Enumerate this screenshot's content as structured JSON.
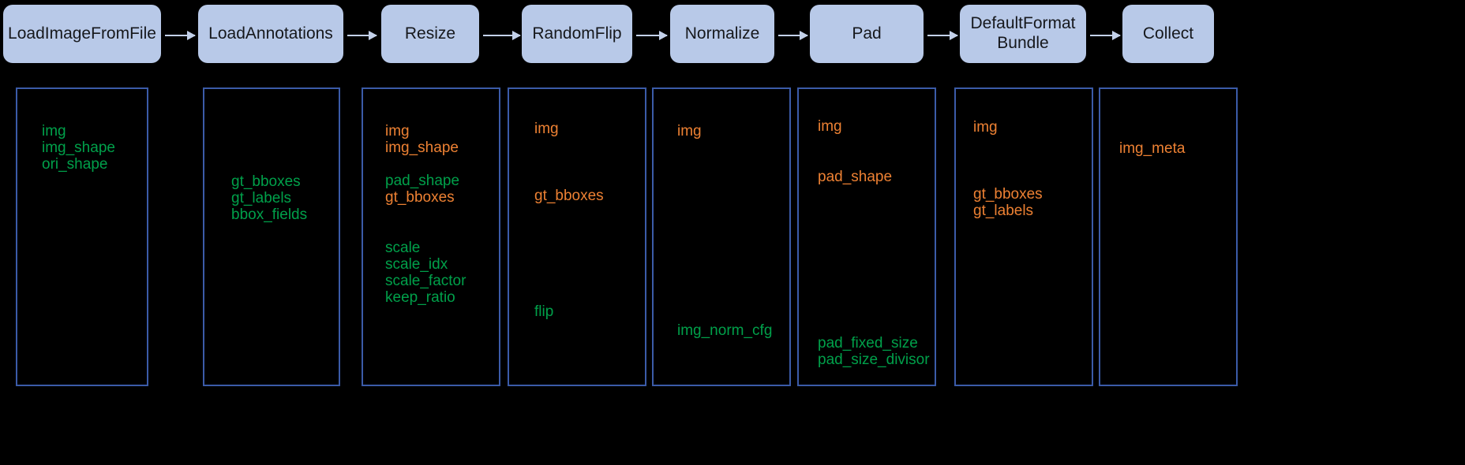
{
  "diagram": {
    "title": "MMDetection data pipeline",
    "background_color": "#000000",
    "node_fill": "#b8c9e8",
    "node_text_color": "#16181c",
    "panel_border_color": "#3b5ba8",
    "arrow_color": "#c3d1ea",
    "legend": {
      "new_key_color": "#00a04a",
      "updated_key_color": "#ed8133"
    }
  },
  "stages": [
    {
      "id": "load-image-from-file",
      "label": "LoadImageFromFile"
    },
    {
      "id": "load-annotations",
      "label": "LoadAnnotations"
    },
    {
      "id": "resize",
      "label": "Resize"
    },
    {
      "id": "random-flip",
      "label": "RandomFlip"
    },
    {
      "id": "normalize",
      "label": "Normalize"
    },
    {
      "id": "pad",
      "label": "Pad"
    },
    {
      "id": "default-format-bundle",
      "label": "DefaultFormat\nBundle"
    },
    {
      "id": "collect",
      "label": "Collect"
    }
  ],
  "stage_labels": {
    "s0": "LoadImageFromFile",
    "s1": "LoadAnnotations",
    "s2": "Resize",
    "s3": "RandomFlip",
    "s4": "Normalize",
    "s5": "Pad",
    "s6_line1": "DefaultFormat",
    "s6_line2": "Bundle",
    "s7": "Collect"
  },
  "columns": [
    {
      "stage": "LoadImageFromFile",
      "keys": [
        {
          "name": "img",
          "type": "new"
        },
        {
          "name": "img_shape",
          "type": "new"
        },
        {
          "name": "ori_shape",
          "type": "new"
        }
      ]
    },
    {
      "stage": "LoadAnnotations",
      "keys": [
        {
          "name": "gt_bboxes",
          "type": "new"
        },
        {
          "name": "gt_labels",
          "type": "new"
        },
        {
          "name": "bbox_fields",
          "type": "new"
        }
      ]
    },
    {
      "stage": "Resize",
      "keys": [
        {
          "name": "img",
          "type": "updated"
        },
        {
          "name": "img_shape",
          "type": "updated"
        },
        {
          "name": "pad_shape",
          "type": "new"
        },
        {
          "name": "gt_bboxes",
          "type": "updated"
        },
        {
          "name": "scale",
          "type": "new"
        },
        {
          "name": "scale_idx",
          "type": "new"
        },
        {
          "name": "scale_factor",
          "type": "new"
        },
        {
          "name": "keep_ratio",
          "type": "new"
        }
      ]
    },
    {
      "stage": "RandomFlip",
      "keys": [
        {
          "name": "img",
          "type": "updated"
        },
        {
          "name": "gt_bboxes",
          "type": "updated"
        },
        {
          "name": "flip",
          "type": "new"
        }
      ]
    },
    {
      "stage": "Normalize",
      "keys": [
        {
          "name": "img",
          "type": "updated"
        },
        {
          "name": "img_norm_cfg",
          "type": "new"
        }
      ]
    },
    {
      "stage": "Pad",
      "keys": [
        {
          "name": "img",
          "type": "updated"
        },
        {
          "name": "pad_shape",
          "type": "updated"
        },
        {
          "name": "pad_fixed_size",
          "type": "new"
        },
        {
          "name": "pad_size_divisor",
          "type": "new"
        }
      ]
    },
    {
      "stage": "DefaultFormatBundle",
      "keys": [
        {
          "name": "img",
          "type": "updated"
        },
        {
          "name": "gt_bboxes",
          "type": "updated"
        },
        {
          "name": "gt_labels",
          "type": "updated"
        }
      ]
    },
    {
      "stage": "Collect",
      "keys": [
        {
          "name": "img_meta",
          "type": "updated"
        }
      ]
    }
  ],
  "column_text": {
    "c0": {
      "k0": "img",
      "k1": "img_shape",
      "k2": "ori_shape"
    },
    "c1": {
      "k0": "gt_bboxes",
      "k1": "gt_labels",
      "k2": "bbox_fields"
    },
    "c2": {
      "k0": "img",
      "k1": "img_shape",
      "k2": "pad_shape",
      "k3": "gt_bboxes",
      "k4": "scale",
      "k5": "scale_idx",
      "k6": "scale_factor",
      "k7": "keep_ratio"
    },
    "c3": {
      "k0": "img",
      "k1": "gt_bboxes",
      "k2": "flip"
    },
    "c4": {
      "k0": "img",
      "k1": "img_norm_cfg"
    },
    "c5": {
      "k0": "img",
      "k1": "pad_shape",
      "k2": "pad_fixed_size",
      "k3": "pad_size_divisor"
    },
    "c6": {
      "k0": "img",
      "k1": "gt_bboxes",
      "k2": "gt_labels"
    },
    "c7": {
      "k0": "img_meta"
    }
  }
}
